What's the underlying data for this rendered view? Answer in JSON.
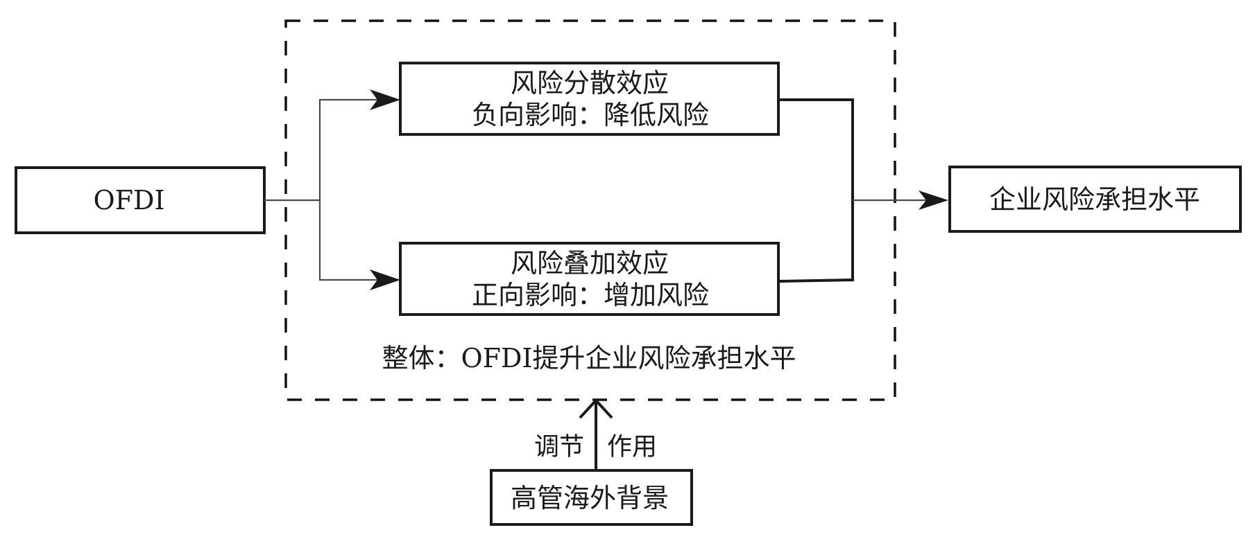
{
  "diagram": {
    "source_node": {
      "label": "OFDI"
    },
    "mediators": [
      {
        "title": "风险分散效应",
        "subtitle": "负向影响：降低风险"
      },
      {
        "title": "风险叠加效应",
        "subtitle": "正向影响：增加风险"
      }
    ],
    "overall_note": "整体：OFDI提升企业风险承担水平",
    "target_node": {
      "label": "企业风险承担水平"
    },
    "moderator": {
      "label": "高管海外背景",
      "arrow_label_left": "调节",
      "arrow_label_right": "作用"
    },
    "colors": {
      "stroke": "#1a1a1a",
      "thin_line": "#4a4a4a",
      "background": "#ffffff"
    }
  }
}
